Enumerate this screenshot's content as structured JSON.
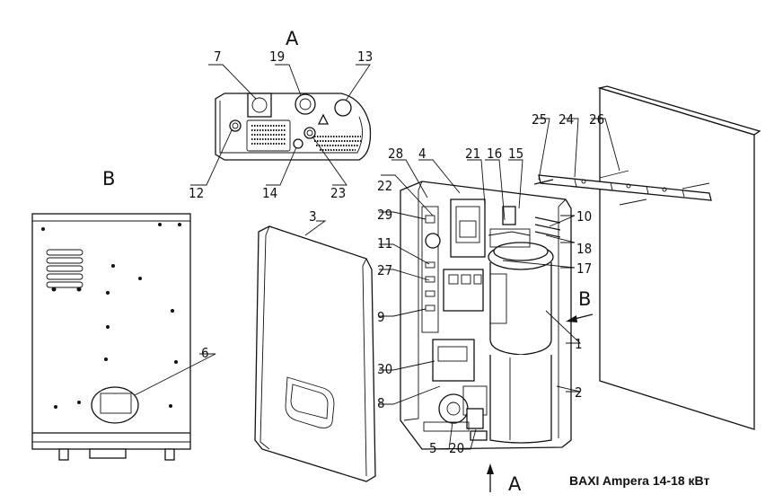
{
  "view_labels": {
    "a_top": "A",
    "a_bottom": "A",
    "b_left": "B",
    "b_right": "B"
  },
  "callouts": [
    "1",
    "2",
    "3",
    "4",
    "5",
    "6",
    "7",
    "8",
    "9",
    "10",
    "11",
    "12",
    "13",
    "14",
    "15",
    "16",
    "17",
    "18",
    "19",
    "20",
    "21",
    "22",
    "23",
    "24",
    "25",
    "26",
    "27",
    "28",
    "29",
    "30"
  ],
  "caption": "BAXI Ampera 14-18 кВт",
  "icons": {
    "warning": "high-voltage-warning-icon"
  }
}
